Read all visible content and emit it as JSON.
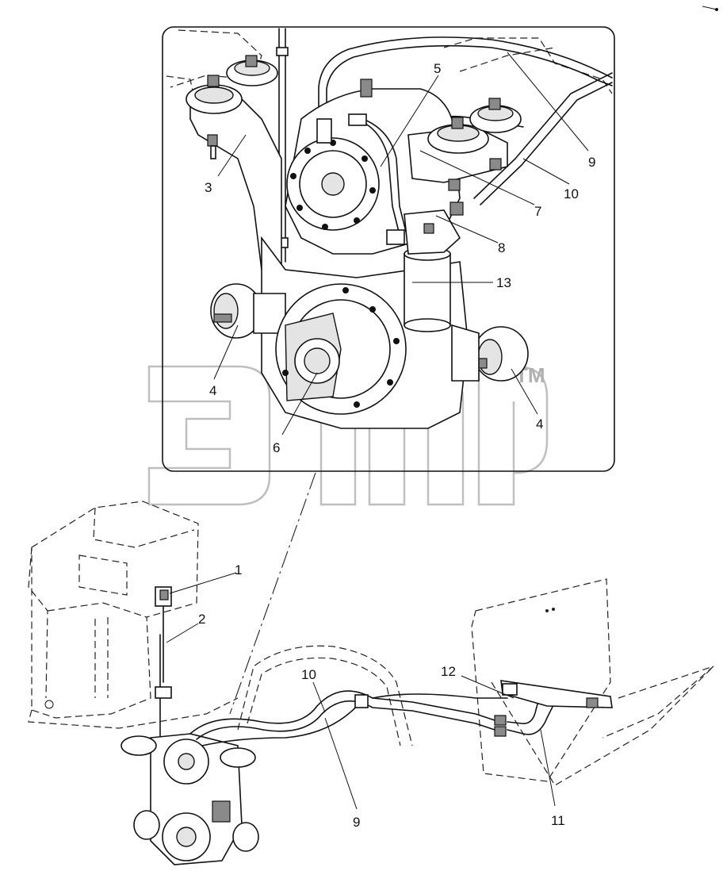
{
  "callouts": {
    "c1": "1",
    "c2": "2",
    "c3": "3",
    "c4a": "4",
    "c4b": "4",
    "c5": "5",
    "c6": "6",
    "c7": "7",
    "c8": "8",
    "c9a": "9",
    "c9b": "9",
    "c10a": "10",
    "c10b": "10",
    "c11": "11",
    "c12": "12",
    "c13": "13"
  },
  "watermark": {
    "trademark": "TM"
  }
}
